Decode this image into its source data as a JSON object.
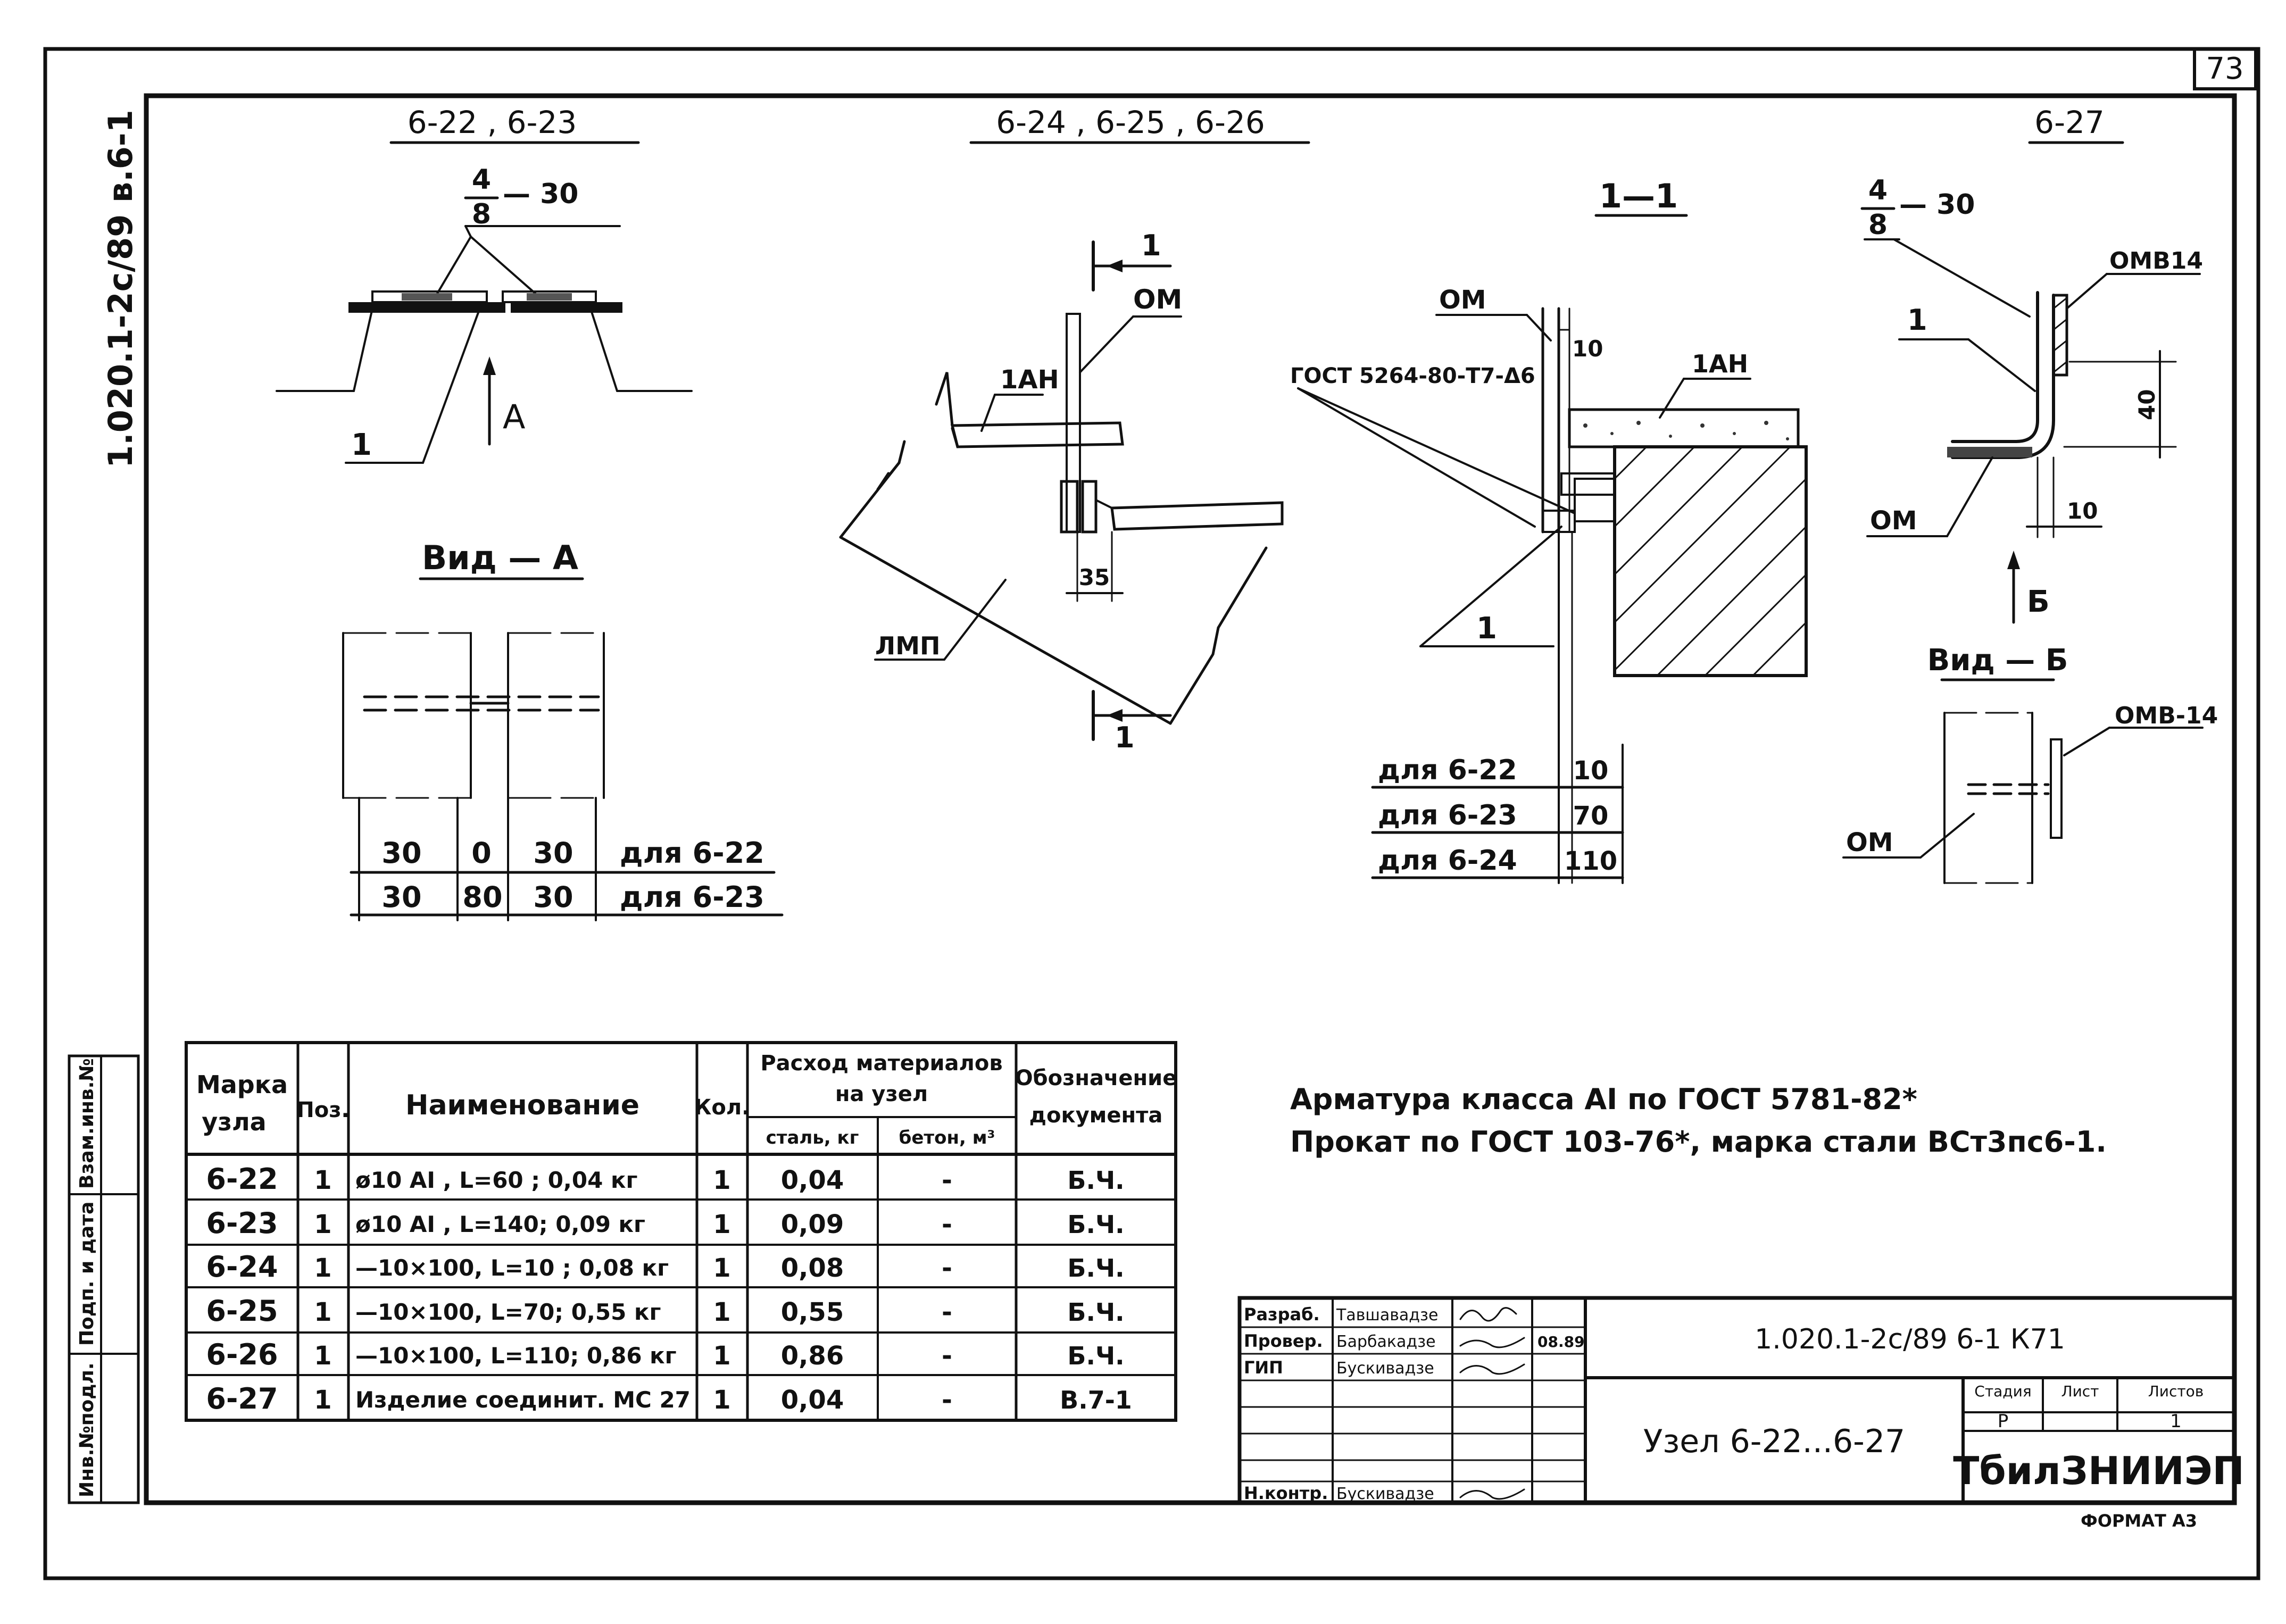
{
  "sheet": {
    "page_number": "73",
    "side_code": "1.020.1-2с/89 в.6-1",
    "side_stamp": [
      "Инв.№подл.",
      "Подп. и дата",
      "Взам.инв.№"
    ],
    "format_label": "ФОРМАТ А3"
  },
  "headings": {
    "group1": "6-22 , 6-23",
    "group2": "6-24 , 6-25 , 6-26",
    "group3": "6-27",
    "section": "1—1",
    "view_a": "Вид — А",
    "view_b": "Вид — Б"
  },
  "labels": {
    "weld_top": "4",
    "weld_bottom": "8",
    "weld_len": "— 30",
    "weld2_top": "4",
    "weld2_bottom": "8",
    "weld2_len": "— 30",
    "pos1_a": "1",
    "arrow_a": "А",
    "cut_mark_top": "1",
    "cut_mark_bottom": "1",
    "om1": "ОМ",
    "lan1": "1АН",
    "lmp": "ЛМП",
    "dim35": "35",
    "om2": "ОМ",
    "gost": "ГОСТ 5264-80-Т7-Δ6",
    "dim10a": "10",
    "lan2": "1АН",
    "pos1_b": "1",
    "omv14a": "ОМВ14",
    "pos1_c": "1",
    "dim40": "40",
    "om3": "ОМ",
    "dim10b": "10",
    "arrow_b": "Б",
    "omv14b": "ОМВ-14",
    "om4": "ОМ"
  },
  "dims_a": {
    "row1": [
      "30",
      "0",
      "30",
      "для 6-22"
    ],
    "row2": [
      "30",
      "80",
      "30",
      "для 6-23"
    ]
  },
  "dims_section": [
    {
      "label": "для 6-22",
      "value": "10"
    },
    {
      "label": "для 6-23",
      "value": "70"
    },
    {
      "label": "для 6-24",
      "value": "110"
    }
  ],
  "notes": {
    "line1": "Арматура класса АI по ГОСТ 5781-82*",
    "line2": "Прокат по ГОСТ 103-76*, марка стали ВСт3пс6-1."
  },
  "materials_table": {
    "headers": {
      "mark": [
        "Марка",
        "узла"
      ],
      "pos": "Поз.",
      "name": "Наименование",
      "qty": "Кол.",
      "consumption": "Расход материалов",
      "consumption2": "на узел",
      "steel": "сталь, кг",
      "concrete": "бетон, м³",
      "doc": [
        "Обозначение",
        "документа"
      ]
    },
    "rows": [
      {
        "mark": "6-22",
        "pos": "1",
        "name": "ø10 АI , L=60 ;   0,04 кг",
        "qty": "1",
        "steel": "0,04",
        "concrete": "-",
        "doc": "Б.Ч."
      },
      {
        "mark": "6-23",
        "pos": "1",
        "name": "ø10 АI , L=140;  0,09 кг",
        "qty": "1",
        "steel": "0,09",
        "concrete": "-",
        "doc": "Б.Ч."
      },
      {
        "mark": "6-24",
        "pos": "1",
        "name": "—10×100, L=10 ;   0,08 кг",
        "qty": "1",
        "steel": "0,08",
        "concrete": "-",
        "doc": "Б.Ч."
      },
      {
        "mark": "6-25",
        "pos": "1",
        "name": "—10×100, L=70;   0,55 кг",
        "qty": "1",
        "steel": "0,55",
        "concrete": "-",
        "doc": "Б.Ч."
      },
      {
        "mark": "6-26",
        "pos": "1",
        "name": "—10×100, L=110;  0,86 кг",
        "qty": "1",
        "steel": "0,86",
        "concrete": "-",
        "doc": "Б.Ч."
      },
      {
        "mark": "6-27",
        "pos": "1",
        "name": "Изделие соединит. МС 27",
        "qty": "1",
        "steel": "0,04",
        "concrete": "-",
        "doc": "В.7-1"
      }
    ]
  },
  "title_block": {
    "code": "1.020.1-2с/89   6-1   К71",
    "title": "Узел 6-22...6-27",
    "org": "ТбилЗНИИЭП",
    "stage_label": "Стадия",
    "sheet_label": "Лист",
    "sheets_label": "Листов",
    "stage": "Р",
    "sheets": "1",
    "date": "08.89",
    "roles": [
      {
        "role": "Разраб.",
        "name": "Тавшавадзе"
      },
      {
        "role": "Провер.",
        "name": "Барбакадзе"
      },
      {
        "role": "ГИП",
        "name": "Бускивадзе"
      },
      {
        "role": "Н.контр.",
        "name": "Бускивадзе"
      }
    ]
  }
}
